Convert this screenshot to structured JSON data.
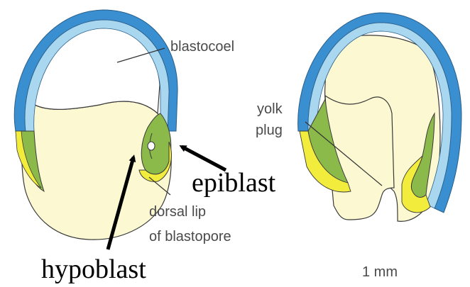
{
  "labels": {
    "blastocoel": "blastocoel",
    "yolk": "yolk",
    "plug": "plug",
    "epiblast": "epiblast",
    "dorsal_lip_line1": "dorsal lip",
    "dorsal_lip_line2": "of blastopore",
    "hypoblast": "hypoblast",
    "scale": "1 mm"
  },
  "colors": {
    "ectoderm_outer": "#3a8fd0",
    "ectoderm_inner": "#a9d7ef",
    "mesoderm": "#8cba4a",
    "endoderm_lip": "#f2ec3c",
    "yolk": "#fbf8d2",
    "outline": "#3a3a3a",
    "arrow": "#000000"
  }
}
